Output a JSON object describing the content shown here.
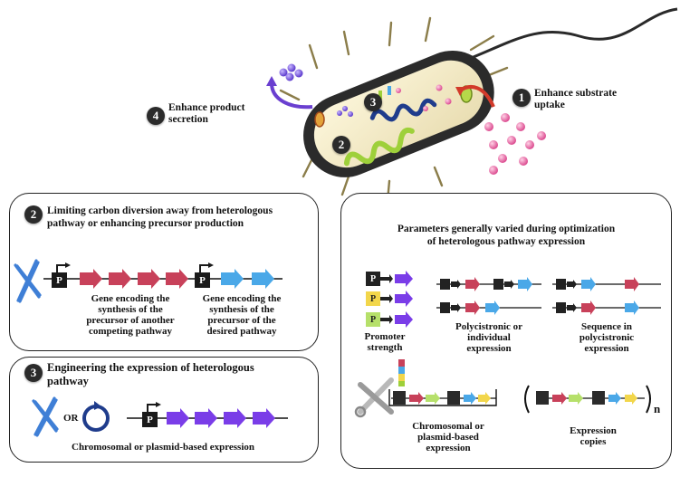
{
  "colors": {
    "red_gene": "#c8415a",
    "blue_gene": "#4aa8e8",
    "purple_gene": "#7a3de8",
    "green_gene": "#9ed03a",
    "promoter_yellow": "#f2d64b",
    "promoter_green": "#b6e06a",
    "promoter_black": "#222222"
  },
  "top": {
    "step1": {
      "number": "1",
      "label": "Enhance substrate\nuptake"
    },
    "step4": {
      "number": "4",
      "label": "Enhance product\nsecretion"
    },
    "cell_label_2": "2",
    "cell_label_3": "3"
  },
  "panel2": {
    "number": "2",
    "title": "Limiting carbon diversion away from heterologous\npathway or enhancing precursor production",
    "promoter_letter": "P",
    "caption_left": "Gene encoding the\nsynthesis of the\nprecursor of another\ncompeting pathway",
    "caption_right": "Gene encoding the\nsynthesis of the\nprecursor of the\ndesired pathway"
  },
  "panel3": {
    "number": "3",
    "title": "Engineering the expression of heterologous\npathway",
    "or_label": "OR",
    "promoter_letter": "P",
    "caption": "Chromosomal or plasmid-based expression"
  },
  "panel_params": {
    "title": "Parameters generally varied during optimization\nof heterologous pathway expression",
    "promoter_letter": "P",
    "cap_promoter": "Promoter\nstrength",
    "cap_poly": "Polycistronic or\nindividual\nexpression",
    "cap_sequence": "Sequence in\npolycistronic\nexpression",
    "cap_chrom": "Chromosomal or\nplasmid-based\nexpression",
    "cap_copies": "Expression\ncopies",
    "copies_subscript": "n"
  }
}
